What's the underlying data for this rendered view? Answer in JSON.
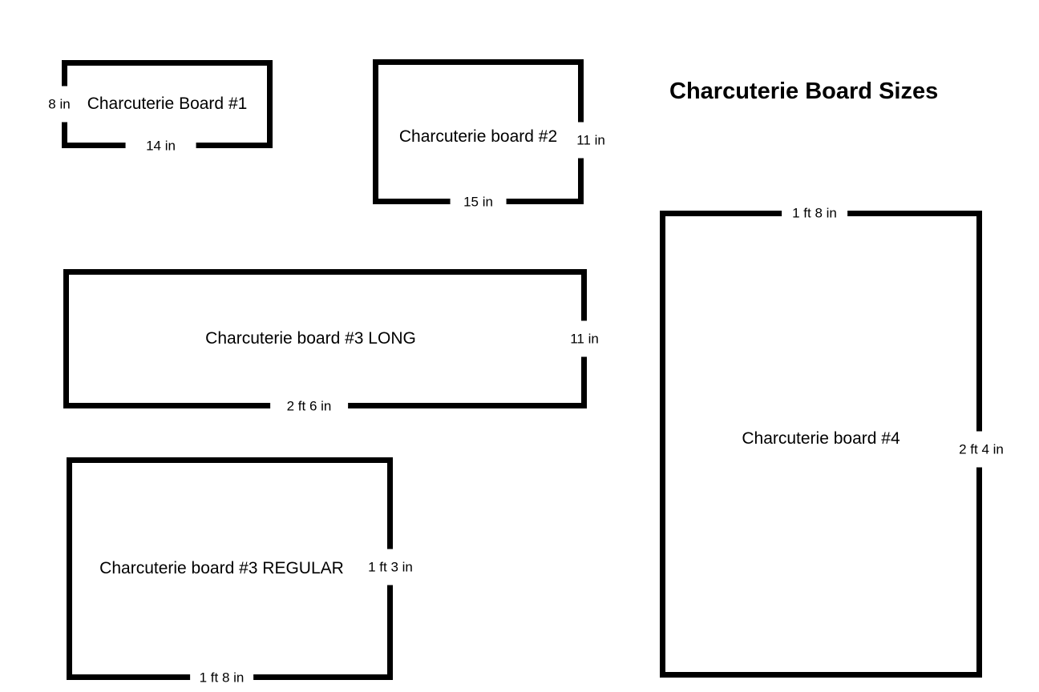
{
  "title": "Charcuterie Board Sizes",
  "boards": [
    {
      "id": "board-1",
      "label": "Charcuterie Board #1",
      "width_label": "14 in",
      "height_label": "8 in"
    },
    {
      "id": "board-2",
      "label": "Charcuterie board #2",
      "width_label": "15 in",
      "height_label": "11 in"
    },
    {
      "id": "board-3-long",
      "label": "Charcuterie board #3 LONG",
      "width_label": "2 ft 6 in",
      "height_label": "11 in"
    },
    {
      "id": "board-3-regular",
      "label": "Charcuterie board #3 REGULAR",
      "width_label": "1 ft 8 in",
      "height_label": "1 ft 3 in"
    },
    {
      "id": "board-4",
      "label": "Charcuterie board #4",
      "width_label": "1 ft 8 in",
      "height_label": "2 ft 4 in"
    }
  ],
  "colors": {
    "ink": "#000000",
    "paper": "#ffffff"
  }
}
